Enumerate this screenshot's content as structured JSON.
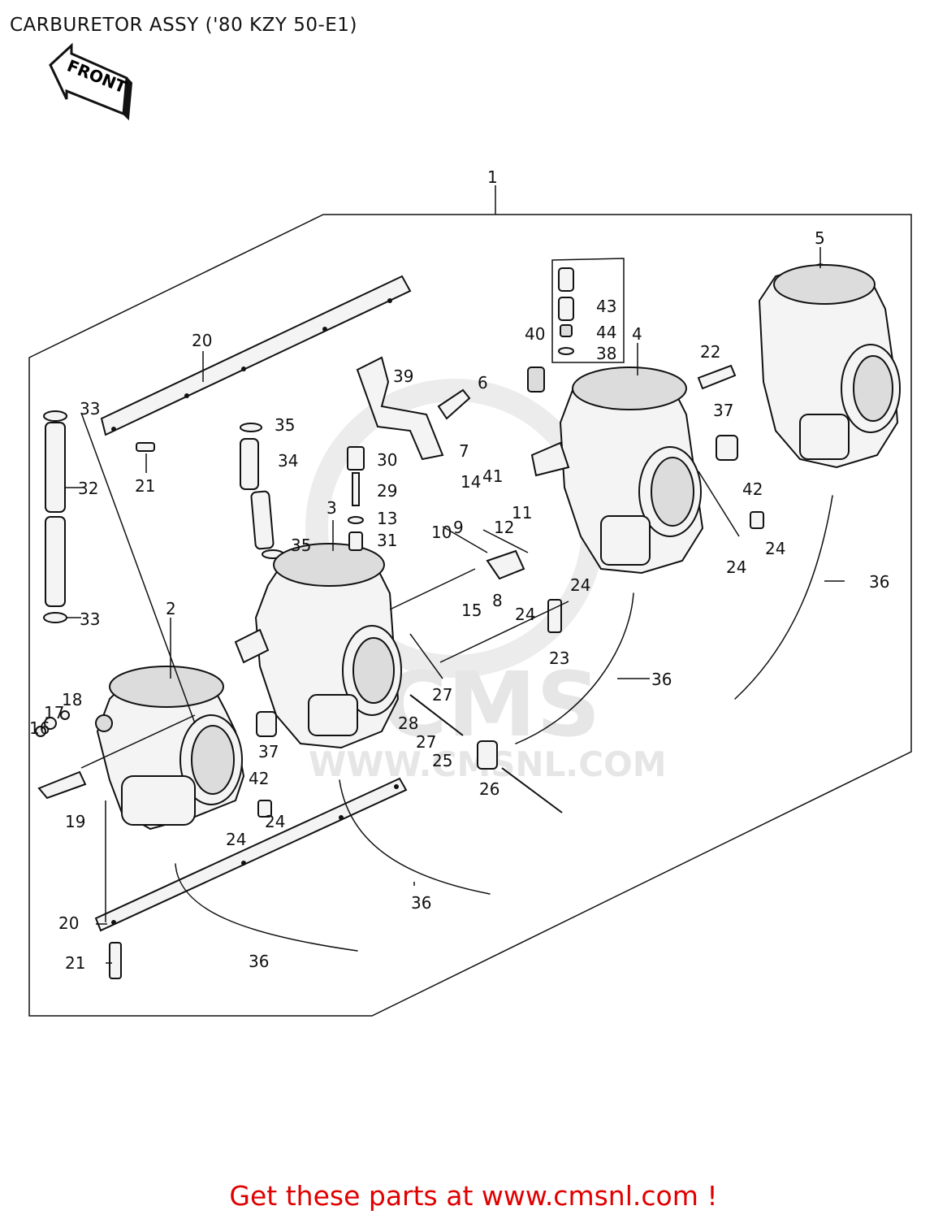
{
  "title": "CARBURETOR ASSY  ('80 KZY 50-E1)",
  "front_arrow_text": "FRONT",
  "watermark": {
    "brand": "CMS",
    "url": "WWW.CMSNL.COM"
  },
  "footer": "Get these parts at www.cmsnl.com !",
  "callouts": {
    "c1": "1",
    "c2": "2",
    "c3": "3",
    "c4": "4",
    "c5": "5",
    "c6": "6",
    "c7": "7",
    "c8": "8",
    "c9": "9",
    "c10": "10",
    "c11": "11",
    "c12": "12",
    "c13": "13",
    "c14": "14",
    "c15": "15",
    "c16": "16",
    "c17": "17",
    "c18": "18",
    "c19": "19",
    "c20": "20",
    "c21": "21",
    "c22": "22",
    "c23": "23",
    "c24": "24",
    "c25": "25",
    "c26": "26",
    "c27": "27",
    "c28": "28",
    "c29": "29",
    "c30": "30",
    "c31": "31",
    "c32": "32",
    "c33": "33",
    "c34": "34",
    "c35": "35",
    "c36": "36",
    "c37": "37",
    "c38": "38",
    "c39": "39",
    "c40": "40",
    "c41": "41",
    "c42": "42",
    "c43": "43",
    "c44": "44"
  }
}
